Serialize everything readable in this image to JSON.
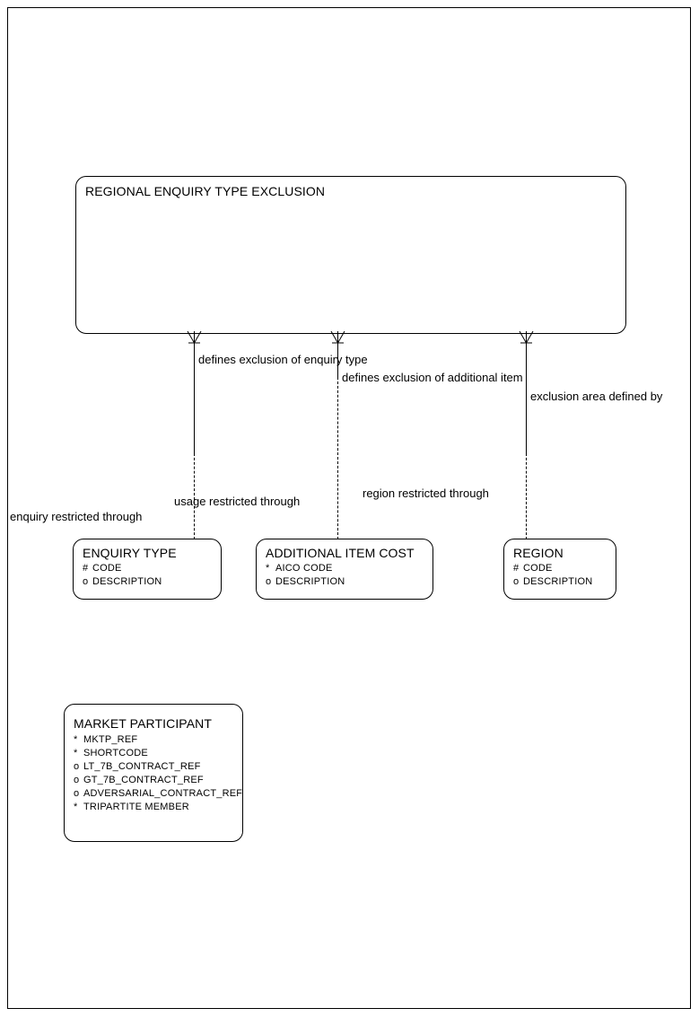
{
  "diagram": {
    "type": "entity-relationship",
    "title": "REGIONAL ENQUIRY TYPE EXCLUSION"
  },
  "entities": {
    "regional_enquiry_type_exclusion": {
      "name": "REGIONAL ENQUIRY TYPE EXCLUSION",
      "attributes": []
    },
    "enquiry_type": {
      "name": "ENQUIRY TYPE",
      "attributes": [
        {
          "mark": "#",
          "name": "CODE"
        },
        {
          "mark": "o",
          "name": "DESCRIPTION"
        }
      ]
    },
    "additional_item_cost": {
      "name": "ADDITIONAL ITEM COST",
      "attributes": [
        {
          "mark": "*",
          "name": "AICO CODE"
        },
        {
          "mark": "o",
          "name": "DESCRIPTION"
        }
      ]
    },
    "region": {
      "name": "REGION",
      "attributes": [
        {
          "mark": "#",
          "name": "CODE"
        },
        {
          "mark": "o",
          "name": "DESCRIPTION"
        }
      ]
    },
    "market_participant": {
      "name": "MARKET PARTICIPANT",
      "attributes": [
        {
          "mark": "*",
          "name": "MKTP_REF"
        },
        {
          "mark": "*",
          "name": "SHORTCODE"
        },
        {
          "mark": "o",
          "name": "LT_7B_CONTRACT_REF"
        },
        {
          "mark": "o",
          "name": "GT_7B_CONTRACT_REF"
        },
        {
          "mark": "o",
          "name": "ADVERSARIAL_CONTRACT_REF"
        },
        {
          "mark": "*",
          "name": "TRIPARTITE MEMBER"
        }
      ]
    }
  },
  "relationships": [
    {
      "id": "rel-enquiry",
      "from_label": "defines exclusion of enquiry type",
      "to_label": "enquiry restricted through"
    },
    {
      "id": "rel-additional",
      "from_label": "defines exclusion of additional item",
      "to_label": "usage restricted through"
    },
    {
      "id": "rel-region",
      "from_label": "exclusion area defined by",
      "to_label": "region restricted through"
    }
  ],
  "colors": {
    "line": "#000000",
    "text": "#000000",
    "background": "#ffffff"
  }
}
